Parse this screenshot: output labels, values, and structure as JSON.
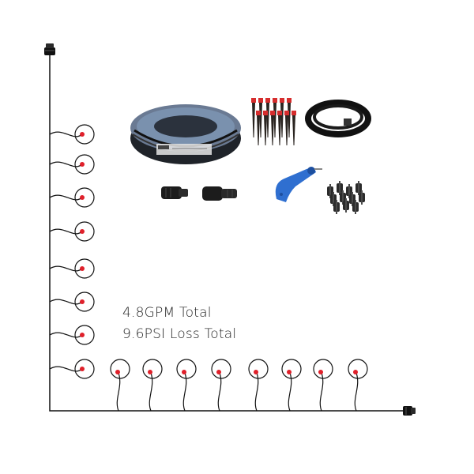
{
  "summary": {
    "total_flow": "4.8GPM Total",
    "total_loss": "9.6PSI Loss Total"
  },
  "layout": {
    "emitter_count": 16
  },
  "colors": {
    "line": "#111111",
    "emitter_dot": "#e0202a",
    "tubing_dark": "#1f2329",
    "tubing_blue": "#6a7a93",
    "stake_red": "#d62d2d",
    "punch_blue": "#2f6fd0",
    "background": "#ffffff"
  },
  "products": [
    {
      "name": "tubing-coil-half-inch",
      "icon": "tubing-coil-icon"
    },
    {
      "name": "adjustable-drip-stakes",
      "icon": "drip-stake-icon"
    },
    {
      "name": "micro-tubing-coil",
      "icon": "micro-tubing-icon"
    },
    {
      "name": "end-caps",
      "icon": "end-cap-icon"
    },
    {
      "name": "hole-punch-tool",
      "icon": "hole-punch-icon"
    },
    {
      "name": "barbed-connectors",
      "icon": "barbed-connector-icon"
    }
  ]
}
